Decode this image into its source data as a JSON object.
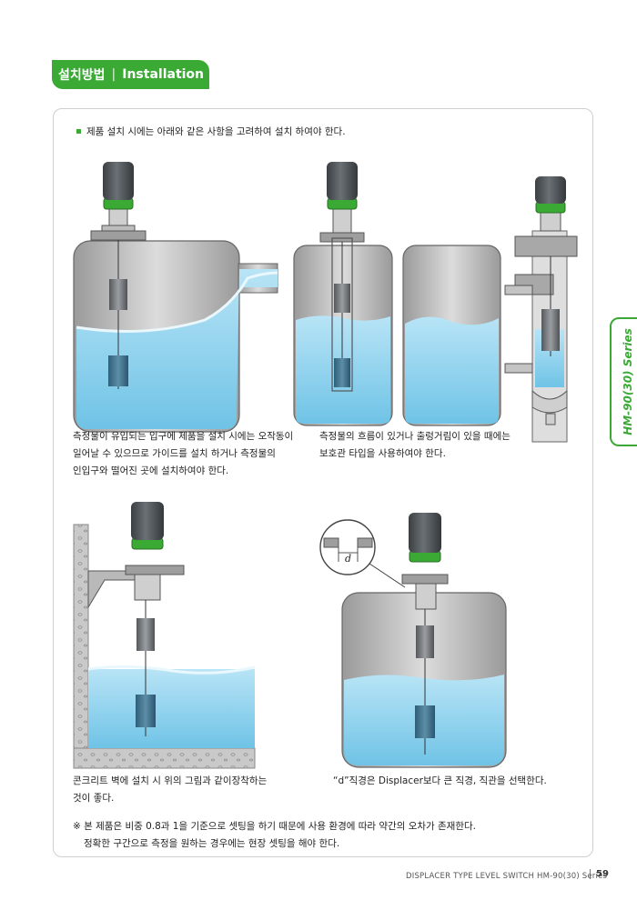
{
  "header": {
    "korean": "설치방법",
    "separator": "|",
    "english": "Installation"
  },
  "side_tab": {
    "label": "HM-90(30) Series"
  },
  "intro": "제품 설치 시에는 아래와 같은 사항을 고려하여 설치 하여야 한다.",
  "captions": {
    "c1": [
      "측정물이 유입되는 입구에 제품을 설치 시에는 오작동이",
      "일어날 수 있으므로 가이드를 설치 하거나 측정물의",
      "인입구와 떨어진 곳에 설치하여야 한다."
    ],
    "c2": [
      "측정물의 흐름이 있거나 출렁거림이 있을 때에는",
      "보호관 타입을 사용하여야 한다."
    ],
    "c3": [
      "콘크리트 벽에 설치 시 위의 그림과 같이장착하는",
      "것이 좋다."
    ],
    "c4": [
      "“d”직경은 Displacer보다 큰 직경, 직관을 선택한다."
    ]
  },
  "detail_label": "d",
  "footnote": [
    "※ 본 제품은 비중 0.8과 1을 기준으로 셋팅을 하기 때문에 사용 환경에 따라 약간의 오차가 존재한다.",
    "정확한 구간으로 측정을 원하는 경우에는 현장 셋팅을 해야 한다."
  ],
  "footer": {
    "text": "DISPLACER TYPE LEVEL SWITCH  HM-90(30) Series",
    "page": "59"
  },
  "colors": {
    "accent": "#3aaa35",
    "water": "#8fd0ec",
    "tank": "#b4b4b4",
    "actuator": "#4f5458"
  }
}
